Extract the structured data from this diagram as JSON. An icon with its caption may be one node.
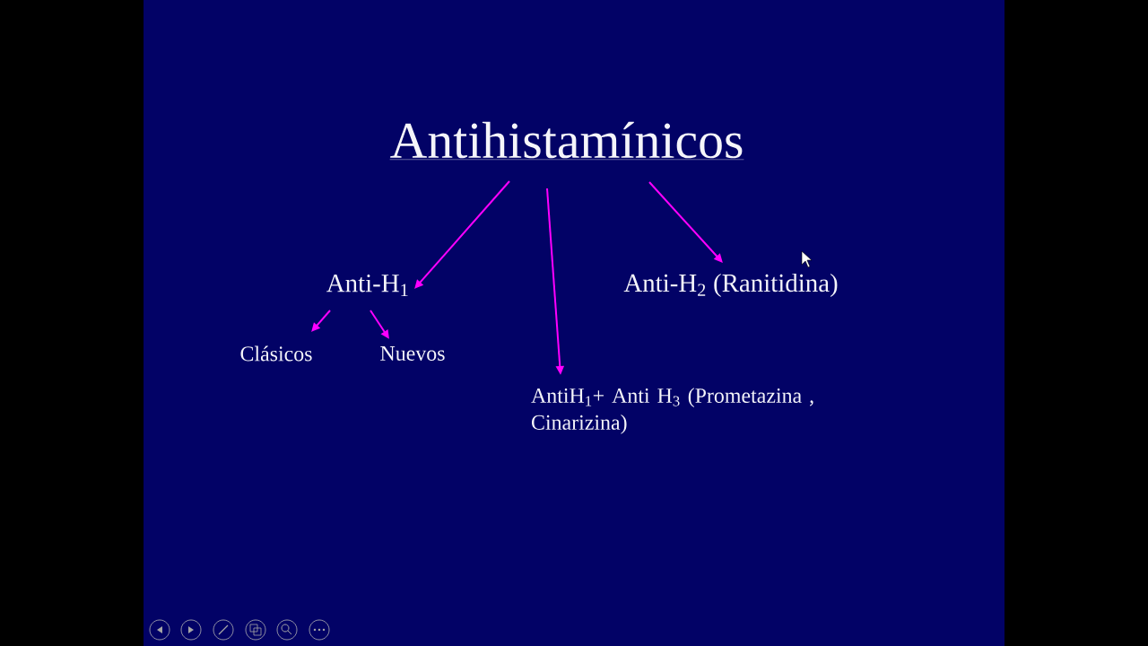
{
  "diagram": {
    "nodes": [
      {
        "text": [
          "Antihistamínicos"
        ]
      },
      {
        "text": [
          "Anti-H$_{1}$"
        ]
      },
      {
        "text": [
          "Anti-H$_{2}$ (Ranitidina)"
        ]
      },
      {
        "text": [
          "Clásicos"
        ]
      },
      {
        "text": [
          "Nuevos"
        ]
      },
      {
        "text": [
          "AntiH$_{1}$+ Anti H$_{3}$ (Prometazina , Cinarizina)"
        ]
      }
    ],
    "edges": [
      {
        "from": 0,
        "to": 1,
        "arrow": "to"
      },
      {
        "from": 0,
        "to": 5,
        "arrow": "to"
      },
      {
        "from": 0,
        "to": 2,
        "arrow": "to"
      },
      {
        "from": 1,
        "to": 3,
        "arrow": "to"
      },
      {
        "from": 1,
        "to": 4,
        "arrow": "to"
      }
    ]
  }
}
